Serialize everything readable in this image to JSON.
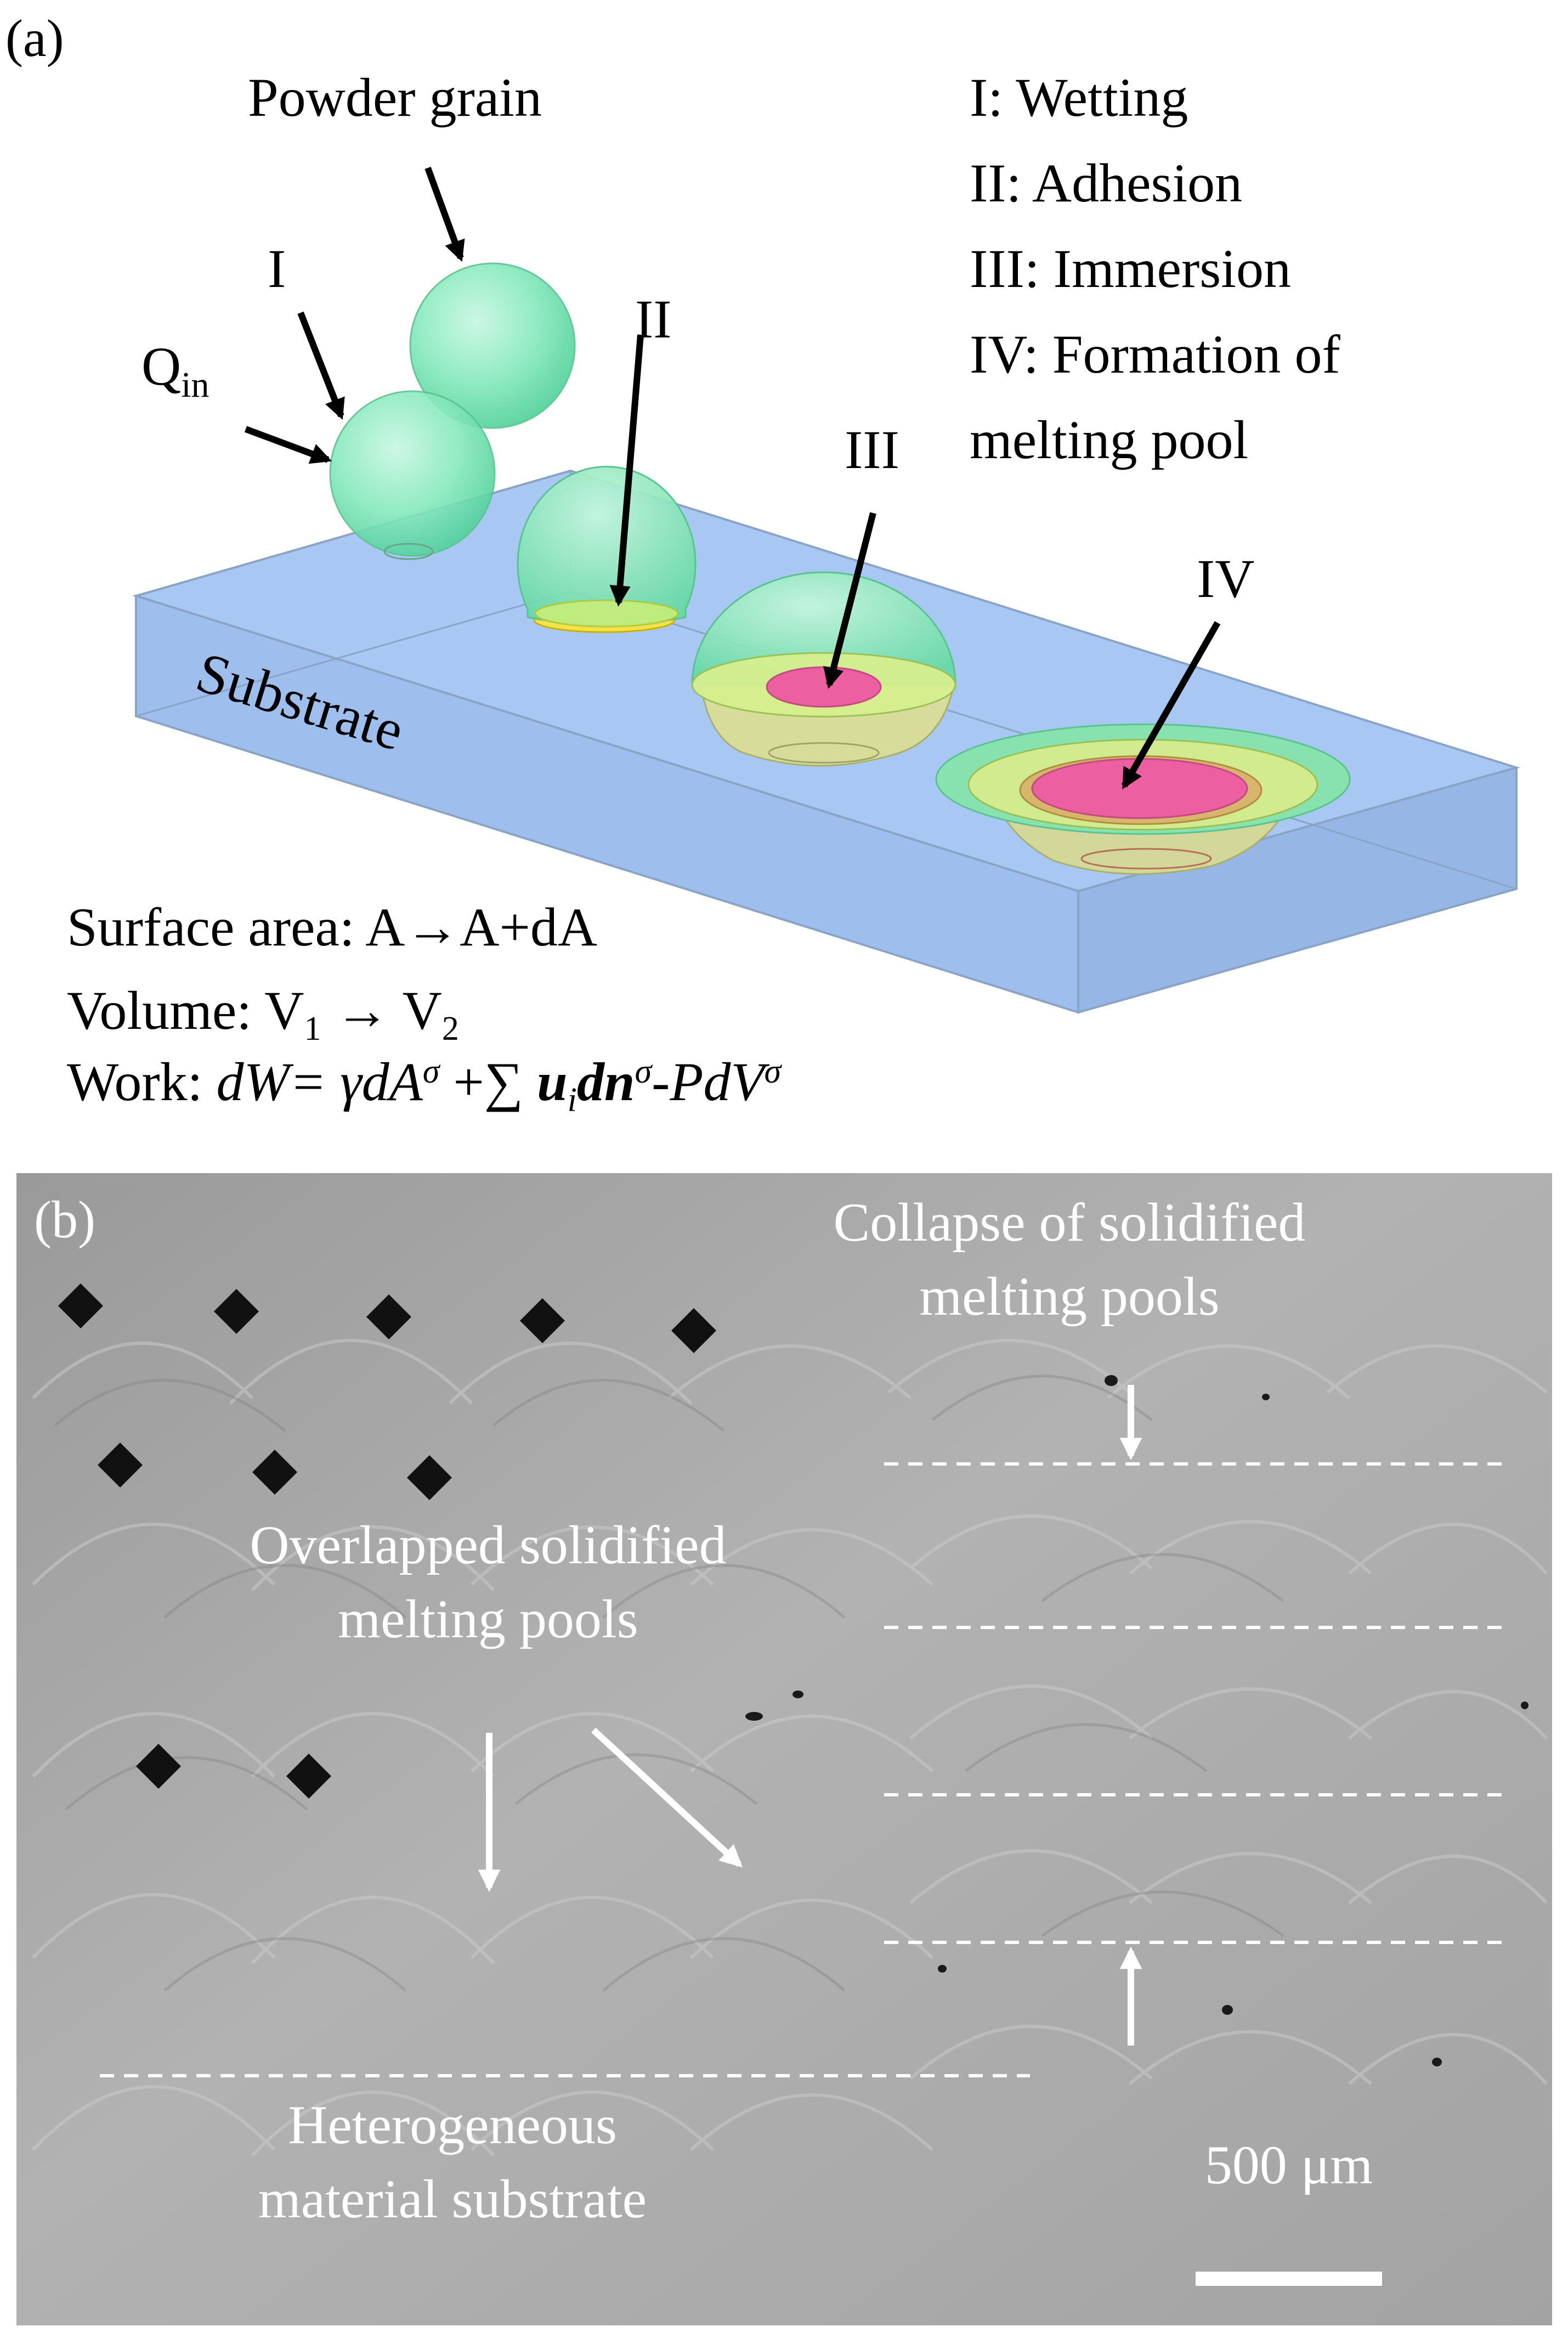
{
  "panel_a": {
    "tag": "(a)",
    "powder_grain": "Powder grain",
    "stage_i_marker": "I",
    "stage_ii_marker": "II",
    "stage_iii_marker": "III",
    "stage_iv_marker": "IV",
    "q_symbol": "Q",
    "q_subscript": "in",
    "substrate": "Substrate",
    "legend": [
      "I: Wetting",
      "II: Adhesion",
      "III: Immersion",
      "IV: Formation of",
      "melting pool"
    ],
    "surface_area": "Surface area: A→A+dA",
    "volume_prefix": "Volume: V",
    "volume_sub1": "1",
    "volume_arrow": " → V",
    "volume_sub2": "2",
    "work_prefix": "Work: ",
    "work_eq_a": "dW= γdA",
    "work_sup_a": "σ",
    "work_sum": " +∑ ",
    "work_u": "u",
    "work_u_sub": "i",
    "work_dn": "dn",
    "work_sup_b": "σ",
    "work_pdv": "-PdV",
    "work_sup_c": "σ"
  },
  "panel_b": {
    "tag": "(b)",
    "collapse_label": "Collapse of solidified\nmelting pools",
    "overlap_label": "Overlapped solidified\nmelting pools",
    "substrate_label": "Heterogeneous\nmaterial substrate",
    "scale_bar": "500 μm"
  },
  "colors": {
    "substrate_fill": "#a9c8f3",
    "grain_fill": "#7fe8b8",
    "melt_pink": "#ec5fa0",
    "micrograph_gray": "#a6a6a6"
  }
}
